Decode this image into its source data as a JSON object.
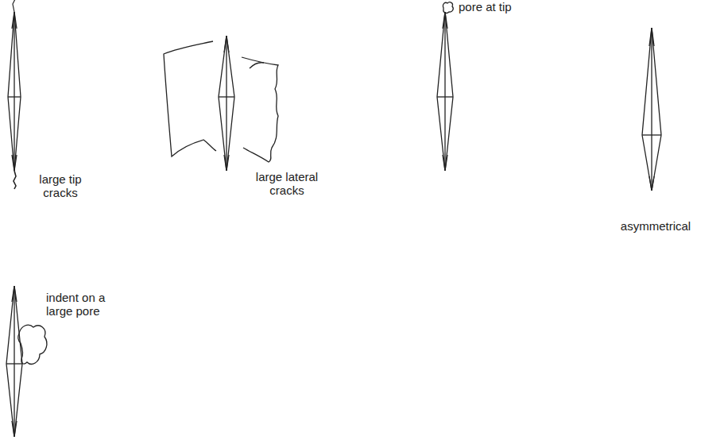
{
  "diagram": {
    "labels": [
      "large tip cracks",
      "large lateral cracks",
      "pore at tip",
      "asymmetrical",
      "indent on a large pore"
    ]
  }
}
